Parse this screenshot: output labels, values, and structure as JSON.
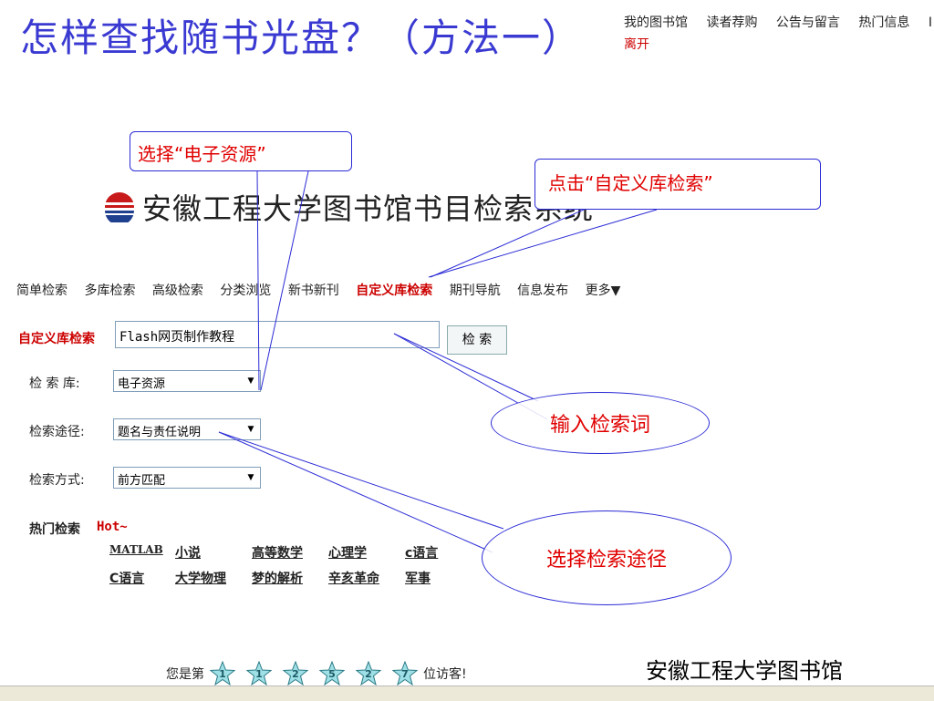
{
  "slide": {
    "title": "怎样查找随书光盘？（方法一）"
  },
  "top_nav": {
    "items": [
      "我的图书馆",
      "读者荐购",
      "公告与留言",
      "热门信息",
      "I"
    ],
    "leave": "离开"
  },
  "library": {
    "title": "安徽工程大学图书馆书目检索系统"
  },
  "tabs": [
    "简单检索",
    "多库检索",
    "高级检索",
    "分类浏览",
    "新书新刊",
    "自定义库检索",
    "期刊导航",
    "信息发布",
    "更多▼"
  ],
  "active_tab_index": 5,
  "search": {
    "label": "自定义库检索",
    "value": "Flash网页制作教程",
    "button": "检 索"
  },
  "fields": {
    "db_label": "检 索 库:",
    "db_value": "电子资源",
    "path_label": "检索途径:",
    "path_value": "题名与责任说明",
    "mode_label": "检索方式:",
    "mode_value": "前方匹配"
  },
  "hot": {
    "label": "热门检索",
    "tag": "Hot~",
    "row1": [
      "MATLAB",
      "小说",
      "高等数学",
      "心理学",
      "c语言"
    ],
    "row2": [
      "C语言",
      "大学物理",
      "梦的解析",
      "辛亥革命",
      "军事"
    ]
  },
  "annotations": {
    "choose_db": "选择“电子资源”",
    "click_custom": "点击“自定义库检索”",
    "input_term": "输入检索词",
    "choose_path": "选择检索途径"
  },
  "visitors": {
    "prefix": "您是第",
    "digits": [
      "1",
      "1",
      "2",
      "5",
      "2",
      "7"
    ],
    "suffix": "位访客!"
  },
  "footer": {
    "name": "安徽工程大学图书馆"
  }
}
